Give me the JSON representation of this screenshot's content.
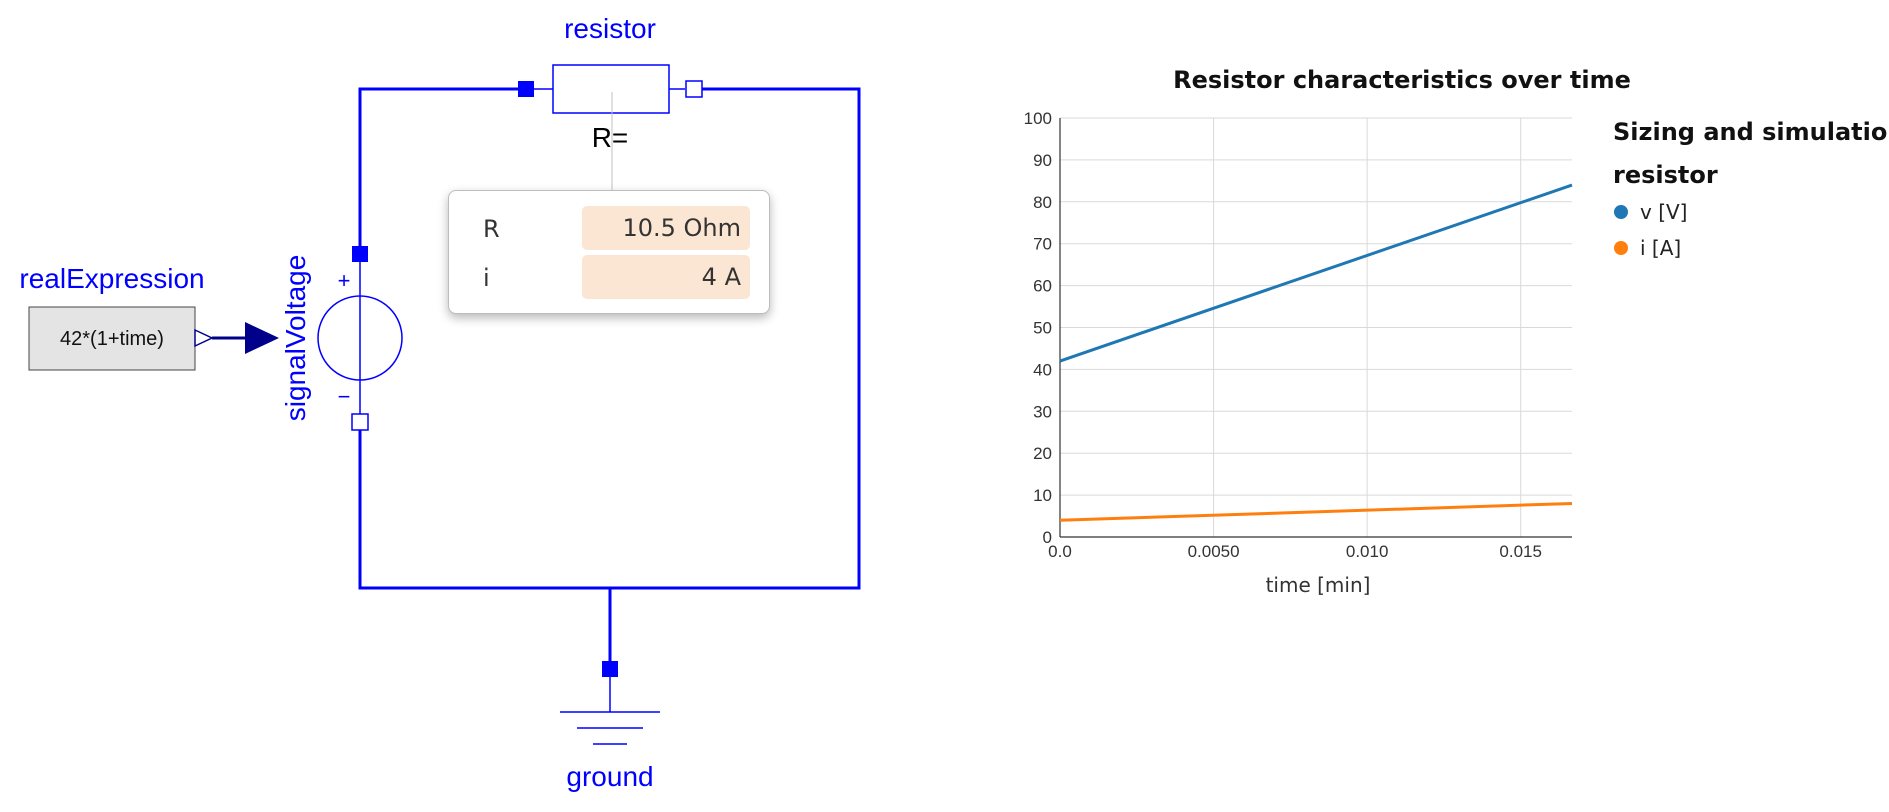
{
  "diagram": {
    "resistor_label": "resistor",
    "resistor_param": "R=",
    "signal_voltage_label": "signalVoltage",
    "real_expression_label": "realExpression",
    "real_expression_value": "42*(1+time)",
    "ground_label": "ground",
    "plus_sign": "+",
    "minus_sign": "−",
    "wire_color": "#0000ff"
  },
  "popup": {
    "rows": [
      {
        "name": "R",
        "value": "10.5 Ohm"
      },
      {
        "name": "i",
        "value": "4 A"
      }
    ],
    "value_bg_color": "#fbe6d3"
  },
  "chart_data": {
    "type": "line",
    "title": "Resistor characteristics over time",
    "xlabel": "time [min]",
    "ylabel": "",
    "xlim": [
      0,
      0.01667
    ],
    "ylim": [
      0,
      100
    ],
    "x_ticks": [
      "0.0",
      "0.0050",
      "0.010",
      "0.015"
    ],
    "x_tick_values": [
      0,
      0.005,
      0.01,
      0.015
    ],
    "y_ticks": [
      "0",
      "10",
      "20",
      "30",
      "40",
      "50",
      "60",
      "70",
      "80",
      "90",
      "100"
    ],
    "y_tick_values": [
      0,
      10,
      20,
      30,
      40,
      50,
      60,
      70,
      80,
      90,
      100
    ],
    "grid": true,
    "legend_position": "right",
    "legend_title_line1": "Sizing and simulation",
    "legend_title_line2": "resistor",
    "series": [
      {
        "name": "v [V]",
        "color": "#1f77b4",
        "x": [
          0,
          0.01667
        ],
        "y": [
          42,
          84
        ]
      },
      {
        "name": "i [A]",
        "color": "#ff7f0e",
        "x": [
          0,
          0.01667
        ],
        "y": [
          4,
          8
        ]
      }
    ]
  }
}
